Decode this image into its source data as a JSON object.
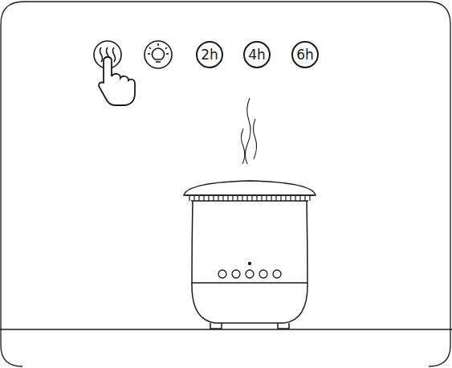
{
  "diagram": {
    "nodes": [
      {
        "text": [
          "2h"
        ]
      },
      {
        "text": [
          "4h"
        ]
      },
      {
        "text": [
          "6h"
        ]
      }
    ]
  }
}
